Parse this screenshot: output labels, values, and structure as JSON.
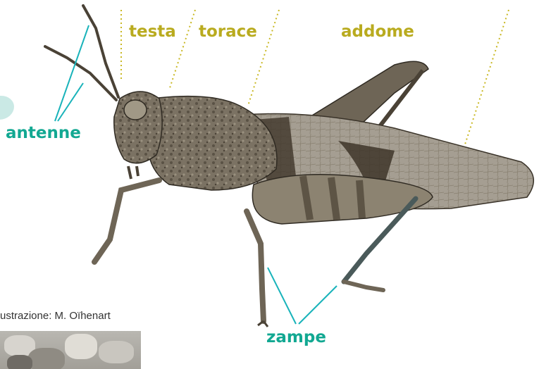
{
  "labels": {
    "testa": "testa",
    "torace": "torace",
    "addome": "addome",
    "antenne": "antenne",
    "zampe": "zampe"
  },
  "credit": "ustrazione: M. Oïhenart",
  "colors": {
    "label_olive": "#b9ab1f",
    "label_teal": "#12a892",
    "pointer_teal": "#19b3ba",
    "dotted_leader": "#c9b823",
    "body_brown": "#7b7263",
    "body_dark": "#3e3529",
    "wing_grey": "#a59e92"
  }
}
